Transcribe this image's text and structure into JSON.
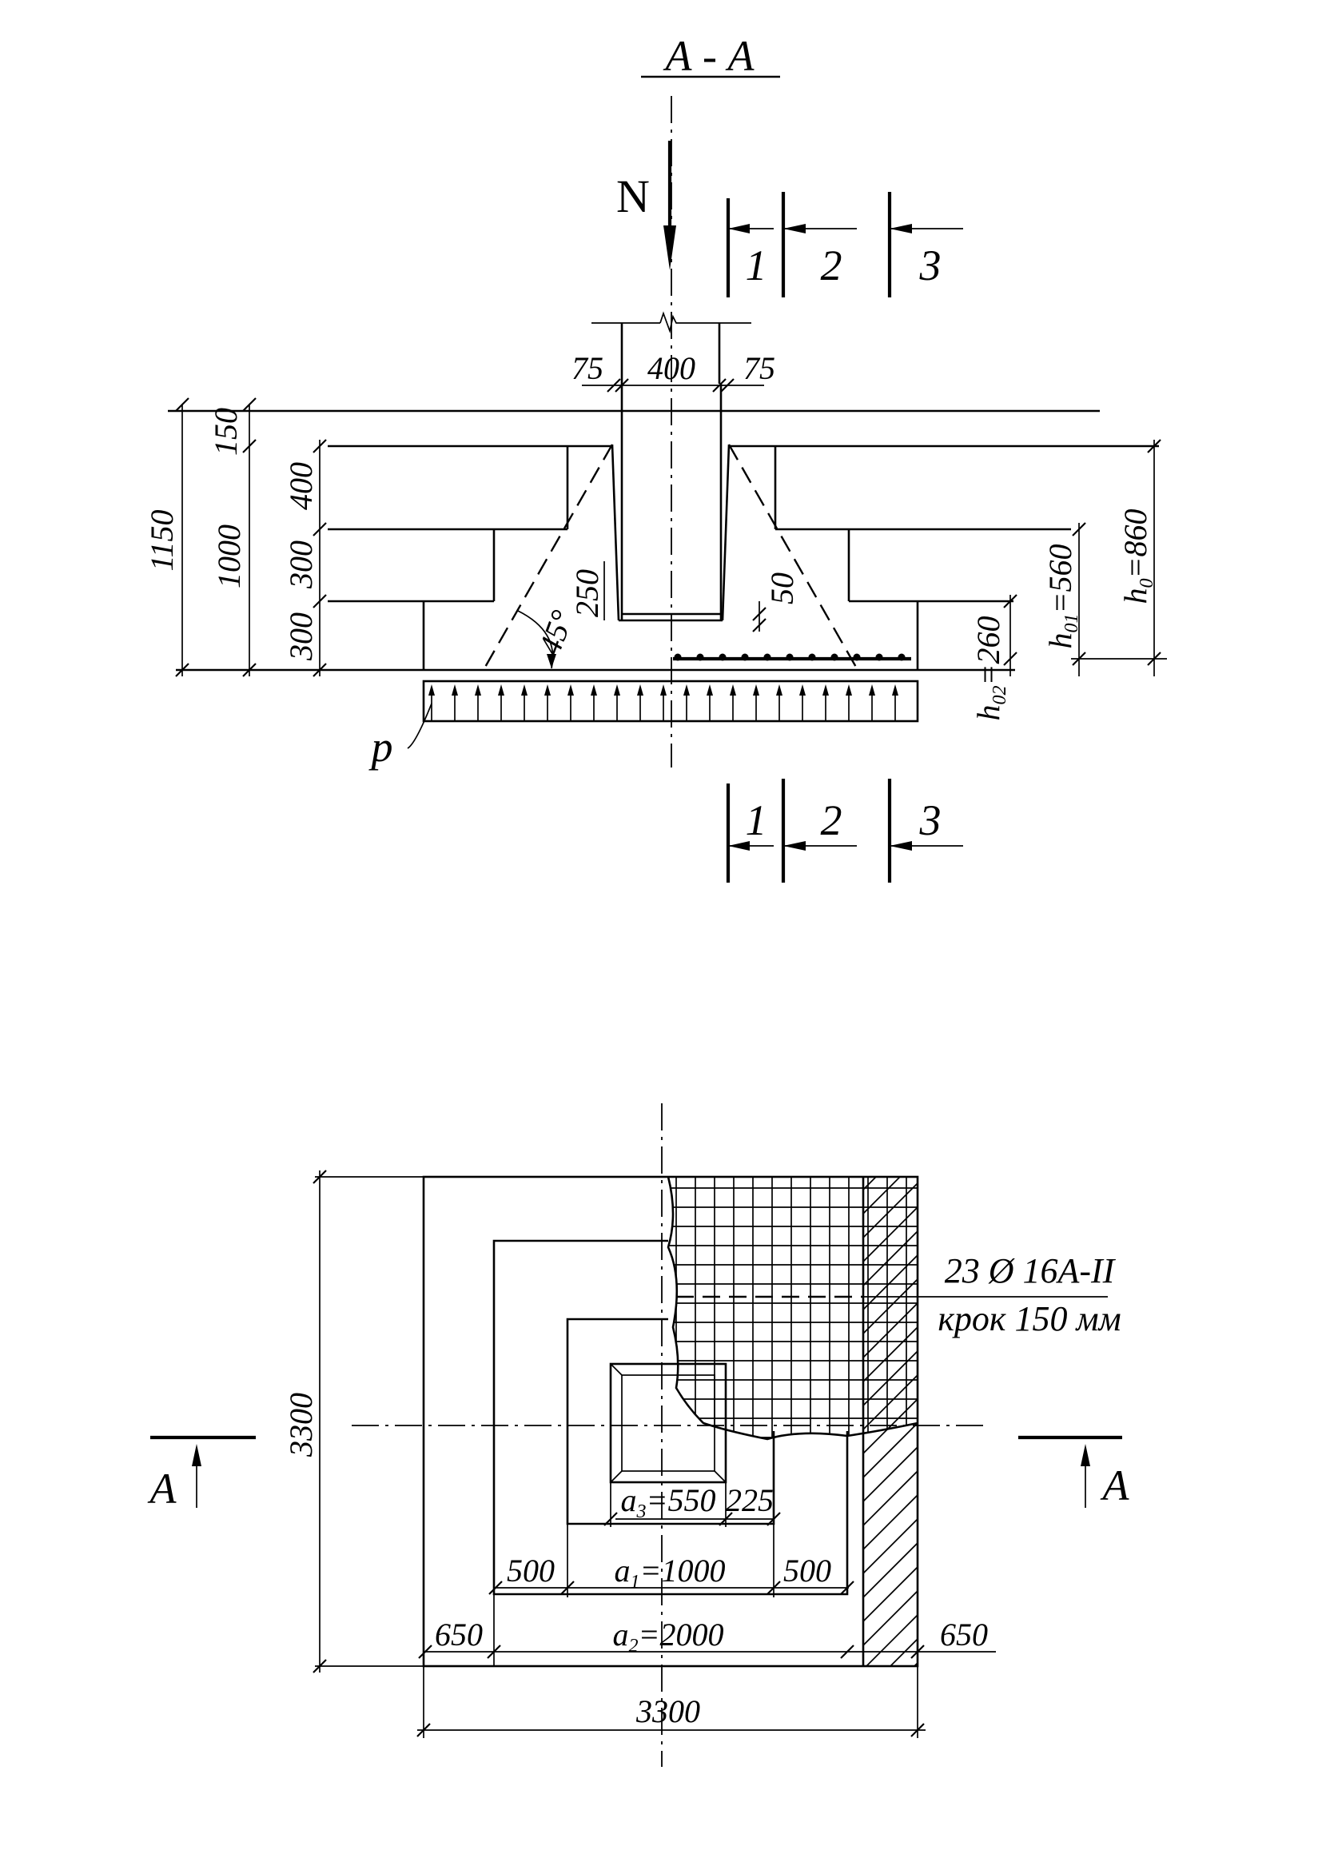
{
  "section": {
    "title": "А - А",
    "force_label": "N",
    "cut_labels": [
      "1",
      "2",
      "3"
    ],
    "dims_top": {
      "left": "75",
      "mid": "400",
      "right": "75"
    },
    "dims_left": {
      "total": "1150",
      "to_top": "1000",
      "gap": "150",
      "step1": "400",
      "step2": "300",
      "step3": "300"
    },
    "dim_250": "250",
    "dim_50": "50",
    "angle": "45°",
    "heights": {
      "h0": {
        "main": "h",
        "sub": "0",
        "rest": "=860"
      },
      "h01": {
        "main": "h",
        "sub": "01",
        "rest": "=560"
      },
      "h02": {
        "main": "h",
        "sub": "02",
        "rest": "=260"
      }
    },
    "pressure_label": "p"
  },
  "plan": {
    "side_dim_left": "3300",
    "bottom_dim": "3300",
    "section_mark": "А",
    "rebar_label_line1": "23 Ø 16А-ІІ",
    "rebar_label_line2": "крок 150 мм",
    "a3": {
      "main": "a",
      "sub": "3",
      "rest": "=550"
    },
    "dim_225": "225",
    "a1": {
      "main": "a",
      "sub": "1",
      "rest": "=1000"
    },
    "dim_500_left": "500",
    "dim_500_right": "500",
    "a2": {
      "main": "a",
      "sub": "2",
      "rest": "=2000"
    },
    "dim_650_left": "650",
    "dim_650_right": "650"
  }
}
